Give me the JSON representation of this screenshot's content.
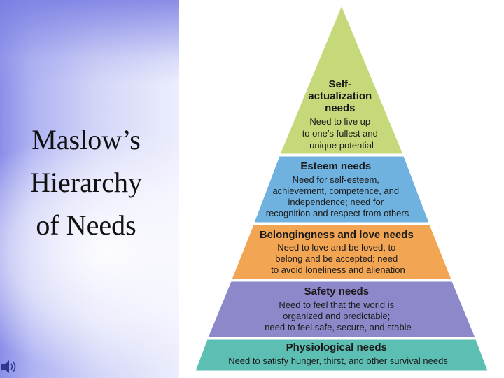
{
  "slide": {
    "title_lines": [
      "Maslow’s",
      "Hierarchy",
      "of Needs"
    ]
  },
  "sound_icon": "speaker-icon",
  "pyramid": {
    "levels": [
      {
        "heading_lines": [
          "Self-",
          "actualization",
          "needs"
        ],
        "body_lines": [
          "Need to live up",
          "to one’s fullest and",
          "unique potential"
        ],
        "color": "#c6d97a"
      },
      {
        "heading_lines": [
          "Esteem needs"
        ],
        "body_lines": [
          "Need for self-esteem,",
          "achievement, competence, and",
          "independence; need for",
          "recognition and respect from others"
        ],
        "color": "#6fb2df"
      },
      {
        "heading_lines": [
          "Belongingness and love needs"
        ],
        "body_lines": [
          "Need to love and be loved, to",
          "belong and be accepted; need",
          "to avoid loneliness and alienation"
        ],
        "color": "#f2a552"
      },
      {
        "heading_lines": [
          "Safety needs"
        ],
        "body_lines": [
          "Need to feel that the world is",
          "organized and predictable;",
          "need to feel safe, secure, and stable"
        ],
        "color": "#8c88c9"
      },
      {
        "heading_lines": [
          "Physiological needs"
        ],
        "body_lines": [
          "Need to satisfy hunger, thirst, and other survival needs"
        ],
        "color": "#5dbfb3"
      }
    ]
  }
}
